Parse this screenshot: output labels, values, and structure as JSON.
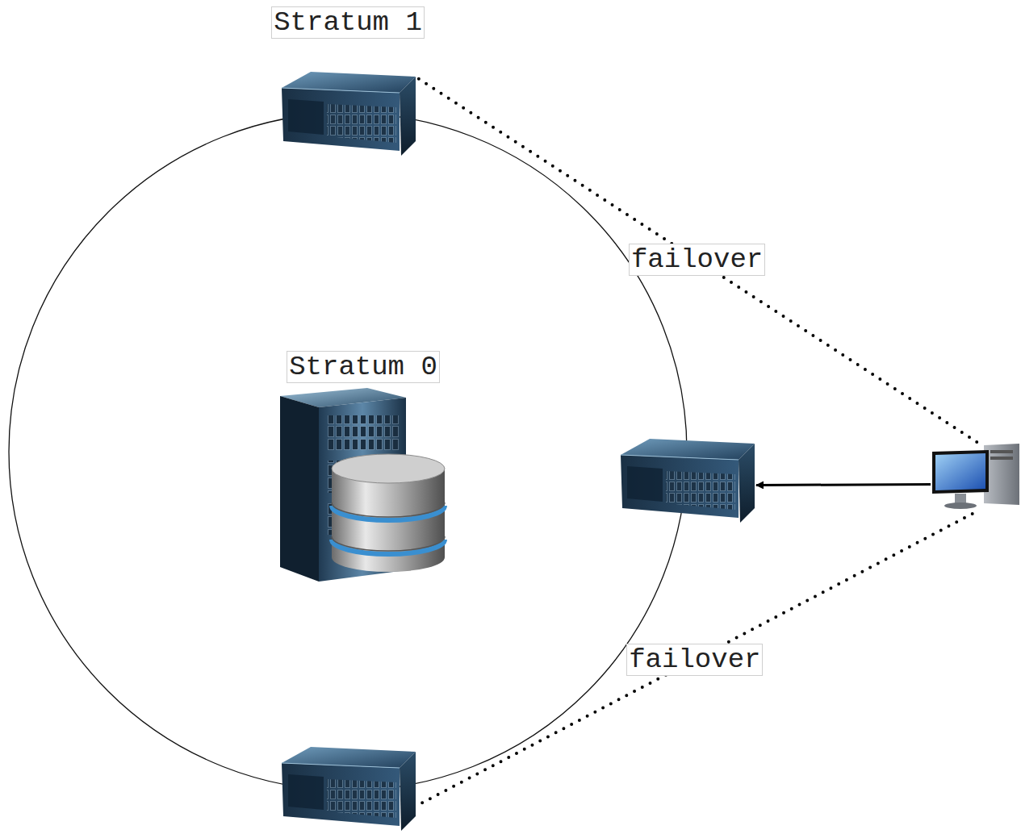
{
  "diagram": {
    "nodes": [
      {
        "text": [
          "Stratum 1"
        ]
      },
      {
        "text": [
          "Stratum 0"
        ]
      },
      {
        "text": []
      },
      {
        "text": []
      },
      {
        "text": []
      }
    ],
    "edges": [
      {
        "from": 4,
        "to": 2,
        "arrow": "to"
      },
      {
        "from": 4,
        "to": 0,
        "arrow": "none",
        "label": "failover"
      },
      {
        "from": 4,
        "to": 3,
        "arrow": "none",
        "label": "failover"
      }
    ]
  }
}
